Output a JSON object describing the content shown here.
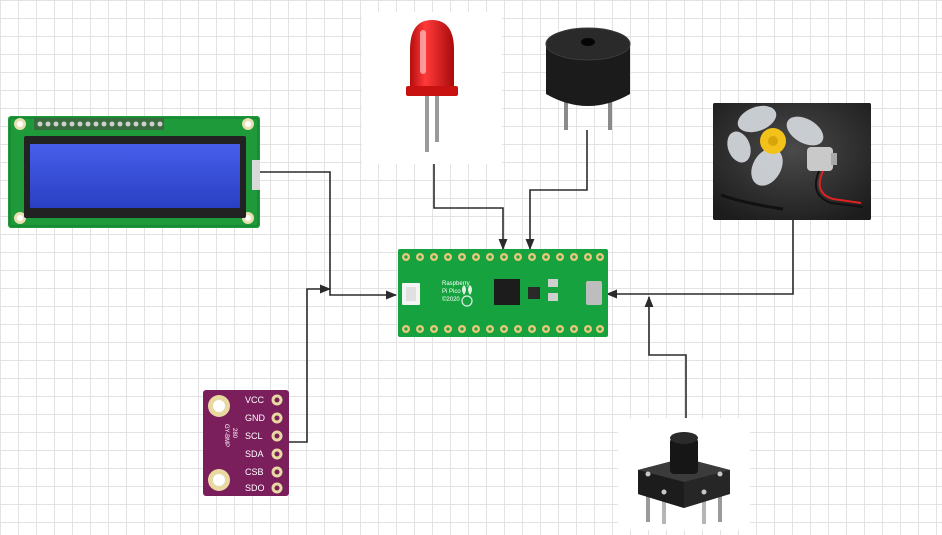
{
  "diagram": {
    "components": {
      "lcd": {
        "icon": "lcd-1602-module"
      },
      "led": {
        "icon": "red-led",
        "color": "#e01818"
      },
      "buzzer": {
        "icon": "piezo-buzzer"
      },
      "motor": {
        "icon": "dc-motor-with-fan"
      },
      "pico": {
        "icon": "raspberry-pi-pico",
        "board_text": [
          "Raspberry",
          "Pi Pico",
          "©2020"
        ]
      },
      "sensor": {
        "icon": "bme280-sensor-module",
        "pins": [
          "VCC",
          "GND",
          "SCL",
          "SDA",
          "CSB",
          "SDO"
        ],
        "chip_text": [
          "GY-BMP",
          "280"
        ],
        "color": "#7a1f5c"
      },
      "button": {
        "icon": "tactile-push-button"
      }
    },
    "connections": [
      {
        "from": "lcd",
        "to": "pico"
      },
      {
        "from": "sensor",
        "to": "pico"
      },
      {
        "from": "led",
        "to": "pico"
      },
      {
        "from": "buzzer",
        "to": "pico"
      },
      {
        "from": "motor",
        "to": "pico"
      },
      {
        "from": "button",
        "to": "pico"
      }
    ],
    "wire_color": "#2b2b2b"
  }
}
